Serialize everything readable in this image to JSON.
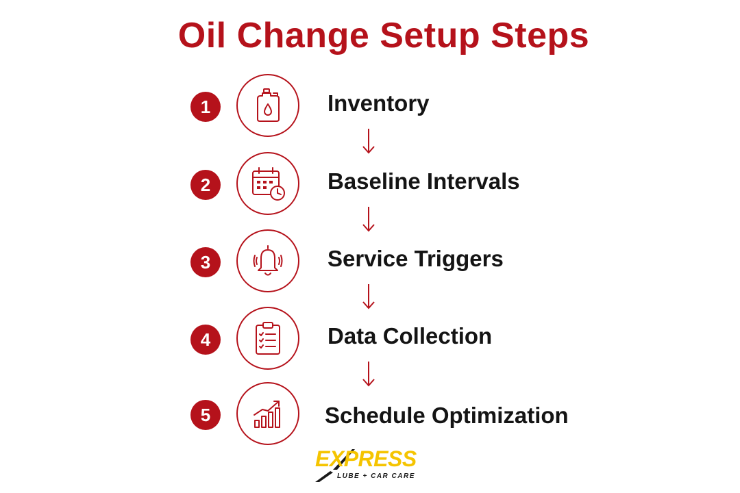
{
  "title": "Oil Change Setup Steps",
  "accent_color": "#b5121b",
  "steps": [
    {
      "number": "1",
      "label": "Inventory",
      "icon": "oil-jug-icon"
    },
    {
      "number": "2",
      "label": "Baseline Intervals",
      "icon": "calendar-clock-icon"
    },
    {
      "number": "3",
      "label": "Service Triggers",
      "icon": "bell-icon"
    },
    {
      "number": "4",
      "label": "Data Collection",
      "icon": "clipboard-checklist-icon"
    },
    {
      "number": "5",
      "label": "Schedule Optimization",
      "icon": "growth-chart-icon"
    }
  ],
  "logo": {
    "wordmark": "EXPRESS",
    "tagline": "LUBE + CAR CARE"
  }
}
